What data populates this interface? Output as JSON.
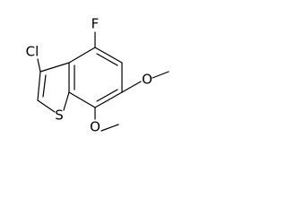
{
  "molecule": {
    "atoms": {
      "fluorine": "F",
      "chlorine": "Cl",
      "sulfur": "S",
      "oxygen_6": "O",
      "oxygen_7": "O"
    },
    "colors": {
      "bond": "#000000",
      "label": "#000000",
      "background": "#ffffff"
    }
  }
}
